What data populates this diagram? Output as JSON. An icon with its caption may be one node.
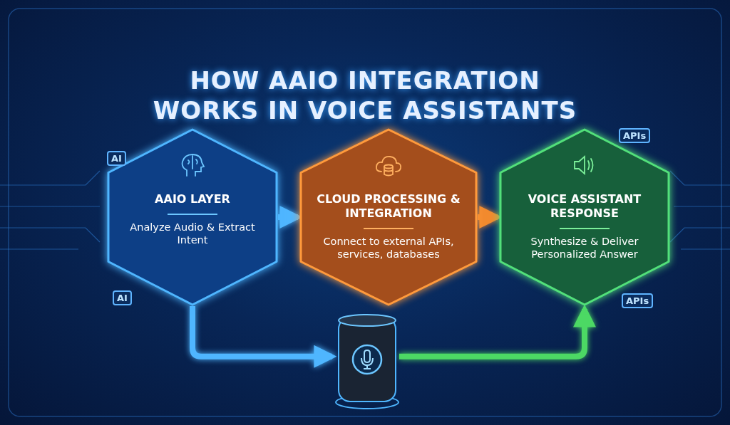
{
  "diagram": {
    "title": "HOW AAIO INTEGRATION WORKS IN VOICE ASSISTANTS",
    "nodes": [
      {
        "text": [
          "AAIO LAYER",
          "Analyze Audio & Extract Intent"
        ]
      },
      {
        "text": [
          "CLOUD PROCESSING & INTEGRATION",
          "Connect to external APIs, services, databases"
        ]
      },
      {
        "text": [
          "VOICE ASSISTANT RESPONSE",
          "Synthesize & Deliver Personalized Answer"
        ]
      },
      {
        "text": [],
        "shape": "picture"
      }
    ],
    "edges": [
      {
        "from": 0,
        "to": 1,
        "arrow": "to"
      },
      {
        "from": 1,
        "to": 2,
        "arrow": "to",
        "color": "#f28a2e"
      },
      {
        "from": 0,
        "to": 3,
        "arrow": "to"
      },
      {
        "from": 3,
        "to": 2,
        "arrow": "to",
        "color": "#4cd964"
      }
    ],
    "labels": [
      "AI",
      "APIs",
      "AI",
      "APIs"
    ]
  }
}
